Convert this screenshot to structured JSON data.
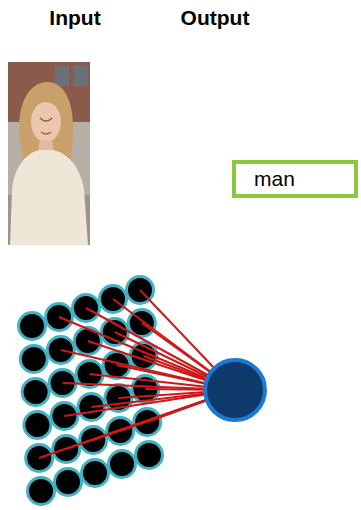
{
  "diagram": {
    "nodes": [
      {
        "text": [
          "man"
        ]
      }
    ],
    "labels": [
      "Input",
      "Output"
    ]
  }
}
